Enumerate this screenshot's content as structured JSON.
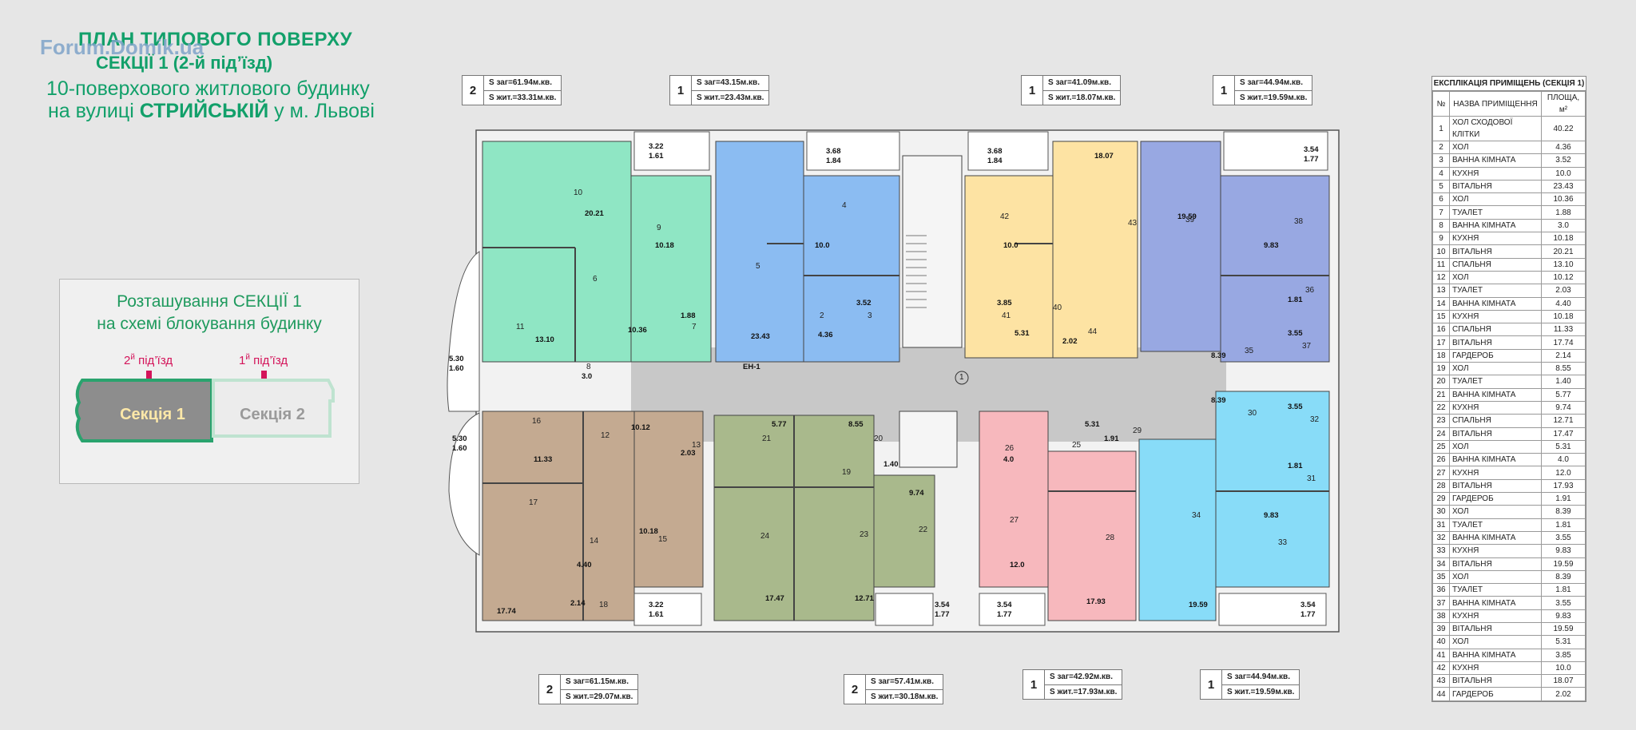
{
  "watermark": "Forum.Domik.ua",
  "title": {
    "line1": "ПЛАН ТИПОВОГО ПОВЕРХУ",
    "line2": "СЕКЦІЇ 1  (2-й під’їзд)",
    "line3": "10-поверхового житлового будинку",
    "line4_pre": "на вулиці ",
    "line4_bold": "СТРИЙСЬКІЙ",
    "line4_post": " у м. Львові"
  },
  "location": {
    "title1": "Розташування СЕКЦІЇ 1",
    "title2": "на схемі блокування будинку",
    "entrance2_num": "2",
    "entrance2_sup": "й",
    "entrance2_text": " під’їзд",
    "entrance1_num": "1",
    "entrance1_sup": "й",
    "entrance1_text": " під’їзд",
    "section1": "Секція 1",
    "section2": "Секція 2"
  },
  "apartments": [
    {
      "rooms": "2",
      "total": "S заг=61.94м.кв.",
      "living": "S жит.=33.31м.кв."
    },
    {
      "rooms": "1",
      "total": "S заг=43.15м.кв.",
      "living": "S жит.=23.43м.кв."
    },
    {
      "rooms": "1",
      "total": "S заг=41.09м.кв.",
      "living": "S жит.=18.07м.кв."
    },
    {
      "rooms": "1",
      "total": "S заг=44.94м.кв.",
      "living": "S жит.=19.59м.кв."
    },
    {
      "rooms": "2",
      "total": "S заг=61.15м.кв.",
      "living": "S жит.=29.07м.кв."
    },
    {
      "rooms": "2",
      "total": "S заг=57.41м.кв.",
      "living": "S жит.=30.18м.кв."
    },
    {
      "rooms": "1",
      "total": "S заг=42.92м.кв.",
      "living": "S жит.=17.93м.кв."
    },
    {
      "rooms": "1",
      "total": "S заг=44.94м.кв.",
      "living": "S жит.=19.59м.кв."
    }
  ],
  "balconies": [
    "3.22",
    "1.61",
    "3.68",
    "1.84",
    "3.68",
    "1.84",
    "3.54",
    "1.77",
    "5.30",
    "1.60",
    "5.30",
    "1.60",
    "3.22",
    "1.61",
    "3.54",
    "1.77",
    "3.54",
    "1.77",
    "3.54",
    "1.77"
  ],
  "plan_labels": {
    "elevator": "ЕН-1",
    "areas": [
      "20.21",
      "10.18",
      "13.10",
      "10.36",
      "1.88",
      "3.0",
      "23.43",
      "10.0",
      "4.36",
      "3.52",
      "10.0",
      "18.07",
      "3.85",
      "5.31",
      "2.02",
      "19.59",
      "9.83",
      "1.81",
      "3.55",
      "8.39",
      "11.33",
      "10.12",
      "2.03",
      "4.40",
      "10.18",
      "2.14",
      "17.74",
      "5.77",
      "8.55",
      "1.40",
      "9.74",
      "17.47",
      "12.71",
      "5.31",
      "1.91",
      "4.0",
      "12.0",
      "17.93",
      "8.39",
      "3.55",
      "1.81",
      "9.83",
      "19.59"
    ],
    "room_numbers": [
      "1",
      "2",
      "3",
      "4",
      "5",
      "6",
      "7",
      "8",
      "9",
      "10",
      "11",
      "12",
      "13",
      "14",
      "15",
      "16",
      "17",
      "18",
      "19",
      "20",
      "21",
      "22",
      "23",
      "24",
      "25",
      "26",
      "27",
      "28",
      "29",
      "30",
      "31",
      "32",
      "33",
      "34",
      "35",
      "36",
      "37",
      "38",
      "39",
      "40",
      "41",
      "42",
      "43",
      "44"
    ]
  },
  "legend": {
    "title": "ЕКСПЛІКАЦІЯ ПРИМІЩЕНЬ (СЕКЦІЯ 1)",
    "col_num": "№",
    "col_name": "НАЗВА ПРИМІЩЕННЯ",
    "col_area": "ПЛОЩА, м²",
    "rows": [
      [
        "1",
        "ХОЛ СХОДОВОЇ КЛІТКИ",
        "40.22"
      ],
      [
        "2",
        "ХОЛ",
        "4.36"
      ],
      [
        "3",
        "ВАННА КІМНАТА",
        "3.52"
      ],
      [
        "4",
        "КУХНЯ",
        "10.0"
      ],
      [
        "5",
        "ВІТАЛЬНЯ",
        "23.43"
      ],
      [
        "6",
        "ХОЛ",
        "10.36"
      ],
      [
        "7",
        "ТУАЛЕТ",
        "1.88"
      ],
      [
        "8",
        "ВАННА КІМНАТА",
        "3.0"
      ],
      [
        "9",
        "КУХНЯ",
        "10.18"
      ],
      [
        "10",
        "ВІТАЛЬНЯ",
        "20.21"
      ],
      [
        "11",
        "СПАЛЬНЯ",
        "13.10"
      ],
      [
        "12",
        "ХОЛ",
        "10.12"
      ],
      [
        "13",
        "ТУАЛЕТ",
        "2.03"
      ],
      [
        "14",
        "ВАННА КІМНАТА",
        "4.40"
      ],
      [
        "15",
        "КУХНЯ",
        "10.18"
      ],
      [
        "16",
        "СПАЛЬНЯ",
        "11.33"
      ],
      [
        "17",
        "ВІТАЛЬНЯ",
        "17.74"
      ],
      [
        "18",
        "ГАРДЕРОБ",
        "2.14"
      ],
      [
        "19",
        "ХОЛ",
        "8.55"
      ],
      [
        "20",
        "ТУАЛЕТ",
        "1.40"
      ],
      [
        "21",
        "ВАННА КІМНАТА",
        "5.77"
      ],
      [
        "22",
        "КУХНЯ",
        "9.74"
      ],
      [
        "23",
        "СПАЛЬНЯ",
        "12.71"
      ],
      [
        "24",
        "ВІТАЛЬНЯ",
        "17.47"
      ],
      [
        "25",
        "ХОЛ",
        "5.31"
      ],
      [
        "26",
        "ВАННА КІМНАТА",
        "4.0"
      ],
      [
        "27",
        "КУХНЯ",
        "12.0"
      ],
      [
        "28",
        "ВІТАЛЬНЯ",
        "17.93"
      ],
      [
        "29",
        "ГАРДЕРОБ",
        "1.91"
      ],
      [
        "30",
        "ХОЛ",
        "8.39"
      ],
      [
        "31",
        "ТУАЛЕТ",
        "1.81"
      ],
      [
        "32",
        "ВАННА КІМНАТА",
        "3.55"
      ],
      [
        "33",
        "КУХНЯ",
        "9.83"
      ],
      [
        "34",
        "ВІТАЛЬНЯ",
        "19.59"
      ],
      [
        "35",
        "ХОЛ",
        "8.39"
      ],
      [
        "36",
        "ТУАЛЕТ",
        "1.81"
      ],
      [
        "37",
        "ВАННА КІМНАТА",
        "3.55"
      ],
      [
        "38",
        "КУХНЯ",
        "9.83"
      ],
      [
        "39",
        "ВІТАЛЬНЯ",
        "19.59"
      ],
      [
        "40",
        "ХОЛ",
        "5.31"
      ],
      [
        "41",
        "ВАННА КІМНАТА",
        "3.85"
      ],
      [
        "42",
        "КУХНЯ",
        "10.0"
      ],
      [
        "43",
        "ВІТАЛЬНЯ",
        "18.07"
      ],
      [
        "44",
        "ГАРДЕРОБ",
        "2.02"
      ]
    ]
  },
  "colors": {
    "title": "#12a06a",
    "apt_green": "#8fe6c4",
    "apt_blue": "#8bbcf2",
    "apt_yellow": "#fde3a3",
    "apt_purple": "#98a8e2",
    "apt_brown": "#c4aa91",
    "apt_olive": "#a9b98c",
    "apt_pink": "#f7b8bd",
    "apt_cyan": "#88dcf8",
    "corridor": "#c8c8c8",
    "wall": "#444444",
    "pink_accent": "#d4145a"
  }
}
